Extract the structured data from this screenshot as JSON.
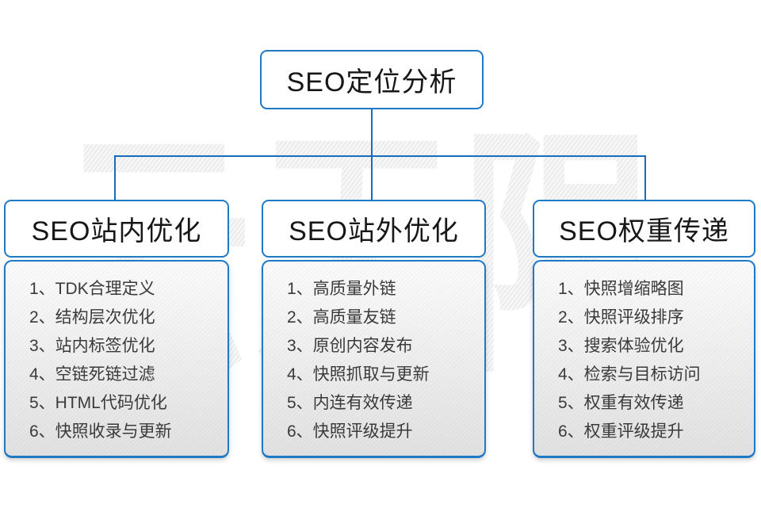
{
  "root": {
    "title": "SEO定位分析"
  },
  "watermark": {
    "text": "云无限"
  },
  "colors": {
    "connector_blue": "#176cbc",
    "border_blue": "#2079c7",
    "title_text": "#171717",
    "list_text": "#3a3a3a",
    "panel_fill_top": "#fcfcfc",
    "panel_fill_bottom": "#e2e2e2",
    "watermark_gray": "#eaeaea"
  },
  "columns": [
    {
      "title": "SEO站内优化",
      "items": [
        "1、TDK合理定义",
        "2、结构层次优化",
        "3、站内标签优化",
        "4、空链死链过滤",
        "5、HTML代码优化",
        "6、快照收录与更新"
      ]
    },
    {
      "title": "SEO站外优化",
      "items": [
        "1、高质量外链",
        "2、高质量友链",
        "3、原创内容发布",
        "4、快照抓取与更新",
        "5、内连有效传递",
        "6、快照评级提升"
      ]
    },
    {
      "title": "SEO权重传递",
      "items": [
        "1、快照增缩略图",
        "2、快照评级排序",
        "3、搜索体验优化",
        "4、检索与目标访问",
        "5、权重有效传递",
        "6、权重评级提升"
      ]
    }
  ]
}
